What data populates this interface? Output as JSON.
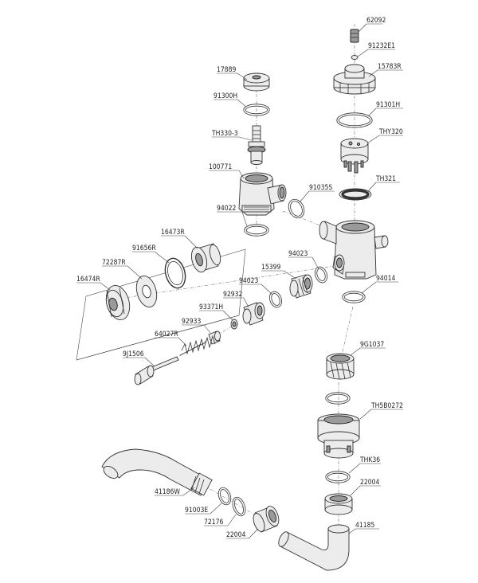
{
  "parts": {
    "p62092": "62092",
    "p91232E1": "91232E1",
    "p15783R": "15783R",
    "p91301H": "91301H",
    "pTHY320": "THY320",
    "pTH321": "TH321",
    "p91035S": "91035S",
    "p17889": "17889",
    "p91300H": "91300H",
    "pTH330_3": "TH330-3",
    "p100771": "100771",
    "p94022": "94022",
    "p16473R": "16473R",
    "p91656R": "91656R",
    "p72287R": "72287R",
    "p16474R": "16474R",
    "p94023a": "94023",
    "p15399": "15399",
    "p94023b": "94023",
    "p94014": "94014",
    "p92932": "92932",
    "p93371H": "93371H",
    "p92933": "92933",
    "p64027R": "64027R",
    "p9J1506": "9J1506",
    "p9G1037": "9G1037",
    "pTH5B0272": "TH5B0272",
    "pTHK36": "THK36",
    "p22004a": "22004",
    "p41186W": "41186W",
    "p91003E": "91003E",
    "p72176": "72176",
    "p22004b": "22004",
    "p41185": "41185"
  }
}
